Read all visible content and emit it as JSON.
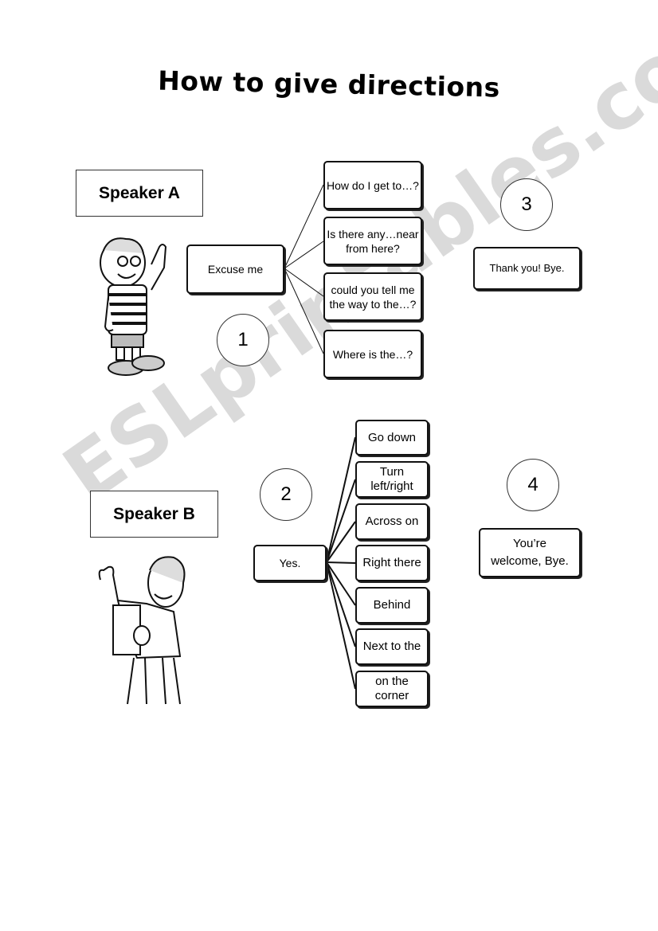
{
  "title": "How to give directions",
  "speaker_a": {
    "label": "Speaker A",
    "start": "Excuse me",
    "step_number": "1",
    "questions": [
      "How do I get to…?",
      "Is there any…near from here?",
      "could you tell me the way to the…?",
      "Where is the…?"
    ]
  },
  "closing_a": {
    "step_number": "3",
    "text": "Thank you! Bye."
  },
  "speaker_b": {
    "label": "Speaker B",
    "start": "Yes.",
    "step_number": "2",
    "answers": [
      "Go down",
      "Turn left/right",
      "Across on",
      "Right there",
      "Behind",
      "Next to the",
      "on the corner"
    ]
  },
  "closing_b": {
    "step_number": "4",
    "text": "You’re welcome, Bye."
  },
  "watermark": "ESLprintables.com"
}
